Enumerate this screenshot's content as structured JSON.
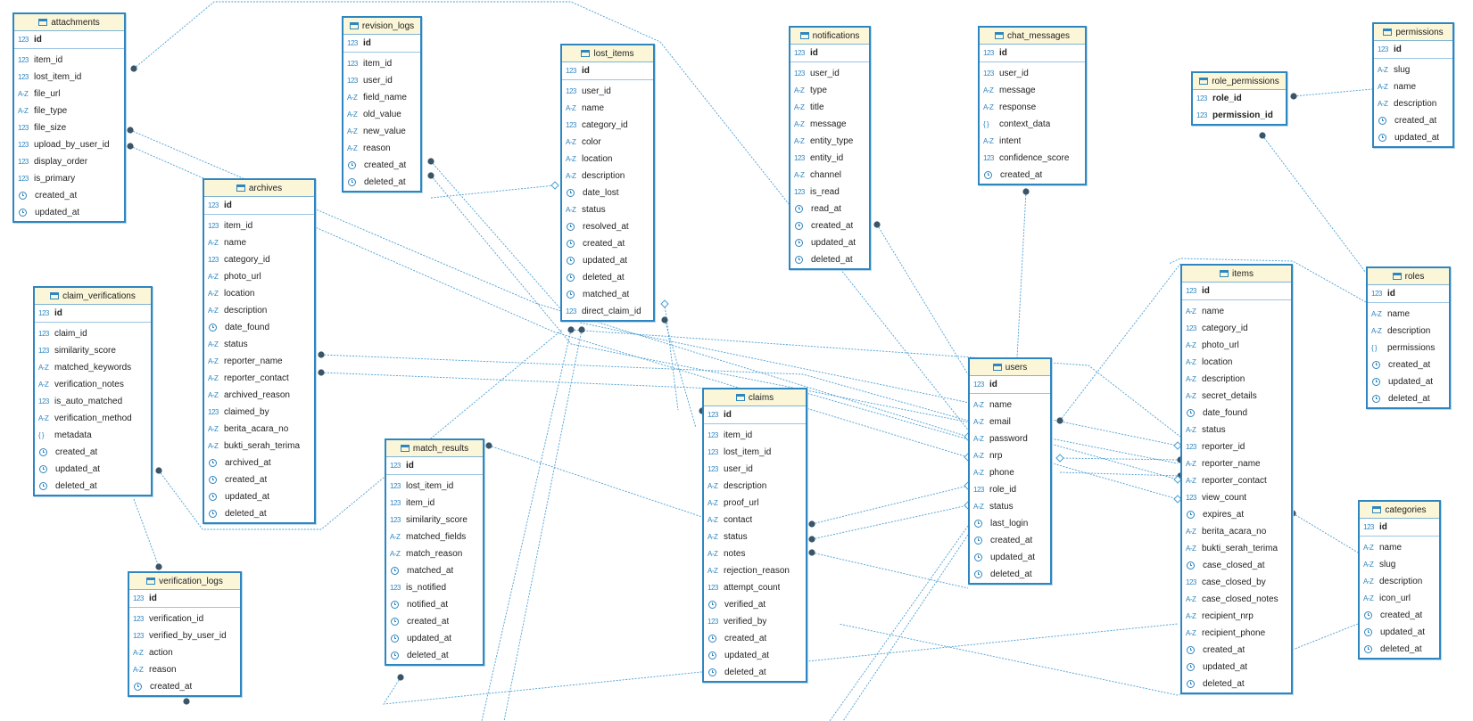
{
  "diagram": {
    "tables": [
      {
        "id": "attachments",
        "name": "attachments",
        "columns": [
          {
            "name": "id",
            "type": "123",
            "pk": true
          },
          {
            "name": "item_id",
            "type": "123"
          },
          {
            "name": "lost_item_id",
            "type": "123"
          },
          {
            "name": "file_url",
            "type": "AZ"
          },
          {
            "name": "file_type",
            "type": "AZ"
          },
          {
            "name": "file_size",
            "type": "123"
          },
          {
            "name": "upload_by_user_id",
            "type": "123"
          },
          {
            "name": "display_order",
            "type": "123"
          },
          {
            "name": "is_primary",
            "type": "123"
          },
          {
            "name": "created_at",
            "type": "clock"
          },
          {
            "name": "updated_at",
            "type": "clock"
          }
        ]
      },
      {
        "id": "revision_logs",
        "name": "revision_logs",
        "columns": [
          {
            "name": "id",
            "type": "123",
            "pk": true
          },
          {
            "name": "item_id",
            "type": "123"
          },
          {
            "name": "user_id",
            "type": "123"
          },
          {
            "name": "field_name",
            "type": "AZ"
          },
          {
            "name": "old_value",
            "type": "AZ"
          },
          {
            "name": "new_value",
            "type": "AZ"
          },
          {
            "name": "reason",
            "type": "AZ"
          },
          {
            "name": "created_at",
            "type": "clock"
          },
          {
            "name": "deleted_at",
            "type": "clock"
          }
        ]
      },
      {
        "id": "lost_items",
        "name": "lost_items",
        "columns": [
          {
            "name": "id",
            "type": "123",
            "pk": true
          },
          {
            "name": "user_id",
            "type": "123"
          },
          {
            "name": "name",
            "type": "AZ"
          },
          {
            "name": "category_id",
            "type": "123"
          },
          {
            "name": "color",
            "type": "AZ"
          },
          {
            "name": "location",
            "type": "AZ"
          },
          {
            "name": "description",
            "type": "AZ"
          },
          {
            "name": "date_lost",
            "type": "clock"
          },
          {
            "name": "status",
            "type": "AZ"
          },
          {
            "name": "resolved_at",
            "type": "clock"
          },
          {
            "name": "created_at",
            "type": "clock"
          },
          {
            "name": "updated_at",
            "type": "clock"
          },
          {
            "name": "deleted_at",
            "type": "clock"
          },
          {
            "name": "matched_at",
            "type": "clock"
          },
          {
            "name": "direct_claim_id",
            "type": "123"
          }
        ]
      },
      {
        "id": "notifications",
        "name": "notifications",
        "columns": [
          {
            "name": "id",
            "type": "123",
            "pk": true
          },
          {
            "name": "user_id",
            "type": "123"
          },
          {
            "name": "type",
            "type": "AZ"
          },
          {
            "name": "title",
            "type": "AZ"
          },
          {
            "name": "message",
            "type": "AZ"
          },
          {
            "name": "entity_type",
            "type": "AZ"
          },
          {
            "name": "entity_id",
            "type": "123"
          },
          {
            "name": "channel",
            "type": "AZ"
          },
          {
            "name": "is_read",
            "type": "123"
          },
          {
            "name": "read_at",
            "type": "clock"
          },
          {
            "name": "created_at",
            "type": "clock"
          },
          {
            "name": "updated_at",
            "type": "clock"
          },
          {
            "name": "deleted_at",
            "type": "clock"
          }
        ]
      },
      {
        "id": "chat_messages",
        "name": "chat_messages",
        "columns": [
          {
            "name": "id",
            "type": "123",
            "pk": true
          },
          {
            "name": "user_id",
            "type": "123"
          },
          {
            "name": "message",
            "type": "AZ"
          },
          {
            "name": "response",
            "type": "AZ"
          },
          {
            "name": "context_data",
            "type": "{ }"
          },
          {
            "name": "intent",
            "type": "AZ"
          },
          {
            "name": "confidence_score",
            "type": "123"
          },
          {
            "name": "created_at",
            "type": "clock"
          }
        ]
      },
      {
        "id": "role_permissions",
        "name": "role_permissions",
        "columns": [
          {
            "name": "role_id",
            "type": "123",
            "bold": true
          },
          {
            "name": "permission_id",
            "type": "123",
            "bold": true
          }
        ]
      },
      {
        "id": "permissions",
        "name": "permissions",
        "columns": [
          {
            "name": "id",
            "type": "123",
            "pk": true
          },
          {
            "name": "slug",
            "type": "AZ"
          },
          {
            "name": "name",
            "type": "AZ"
          },
          {
            "name": "description",
            "type": "AZ"
          },
          {
            "name": "created_at",
            "type": "clock"
          },
          {
            "name": "updated_at",
            "type": "clock"
          }
        ]
      },
      {
        "id": "archives",
        "name": "archives",
        "columns": [
          {
            "name": "id",
            "type": "123",
            "pk": true
          },
          {
            "name": "item_id",
            "type": "123"
          },
          {
            "name": "name",
            "type": "AZ"
          },
          {
            "name": "category_id",
            "type": "123"
          },
          {
            "name": "photo_url",
            "type": "AZ"
          },
          {
            "name": "location",
            "type": "AZ"
          },
          {
            "name": "description",
            "type": "AZ"
          },
          {
            "name": "date_found",
            "type": "clock"
          },
          {
            "name": "status",
            "type": "AZ"
          },
          {
            "name": "reporter_name",
            "type": "AZ"
          },
          {
            "name": "reporter_contact",
            "type": "AZ"
          },
          {
            "name": "archived_reason",
            "type": "AZ"
          },
          {
            "name": "claimed_by",
            "type": "123"
          },
          {
            "name": "berita_acara_no",
            "type": "AZ"
          },
          {
            "name": "bukti_serah_terima",
            "type": "AZ"
          },
          {
            "name": "archived_at",
            "type": "clock"
          },
          {
            "name": "created_at",
            "type": "clock"
          },
          {
            "name": "updated_at",
            "type": "clock"
          },
          {
            "name": "deleted_at",
            "type": "clock"
          }
        ]
      },
      {
        "id": "claim_verifications",
        "name": "claim_verifications",
        "columns": [
          {
            "name": "id",
            "type": "123",
            "pk": true
          },
          {
            "name": "claim_id",
            "type": "123"
          },
          {
            "name": "similarity_score",
            "type": "123"
          },
          {
            "name": "matched_keywords",
            "type": "AZ"
          },
          {
            "name": "verification_notes",
            "type": "AZ"
          },
          {
            "name": "is_auto_matched",
            "type": "123"
          },
          {
            "name": "verification_method",
            "type": "AZ"
          },
          {
            "name": "metadata",
            "type": "{ }"
          },
          {
            "name": "created_at",
            "type": "clock"
          },
          {
            "name": "updated_at",
            "type": "clock"
          },
          {
            "name": "deleted_at",
            "type": "clock"
          }
        ]
      },
      {
        "id": "verification_logs",
        "name": "verification_logs",
        "columns": [
          {
            "name": "id",
            "type": "123",
            "pk": true
          },
          {
            "name": "verification_id",
            "type": "123"
          },
          {
            "name": "verified_by_user_id",
            "type": "123"
          },
          {
            "name": "action",
            "type": "AZ"
          },
          {
            "name": "reason",
            "type": "AZ"
          },
          {
            "name": "created_at",
            "type": "clock"
          }
        ]
      },
      {
        "id": "match_results",
        "name": "match_results",
        "columns": [
          {
            "name": "id",
            "type": "123",
            "pk": true
          },
          {
            "name": "lost_item_id",
            "type": "123"
          },
          {
            "name": "item_id",
            "type": "123"
          },
          {
            "name": "similarity_score",
            "type": "123"
          },
          {
            "name": "matched_fields",
            "type": "AZ"
          },
          {
            "name": "match_reason",
            "type": "AZ"
          },
          {
            "name": "matched_at",
            "type": "clock"
          },
          {
            "name": "is_notified",
            "type": "123"
          },
          {
            "name": "notified_at",
            "type": "clock"
          },
          {
            "name": "created_at",
            "type": "clock"
          },
          {
            "name": "updated_at",
            "type": "clock"
          },
          {
            "name": "deleted_at",
            "type": "clock"
          }
        ]
      },
      {
        "id": "claims",
        "name": "claims",
        "columns": [
          {
            "name": "id",
            "type": "123",
            "pk": true
          },
          {
            "name": "item_id",
            "type": "123"
          },
          {
            "name": "lost_item_id",
            "type": "123"
          },
          {
            "name": "user_id",
            "type": "123"
          },
          {
            "name": "description",
            "type": "AZ"
          },
          {
            "name": "proof_url",
            "type": "AZ"
          },
          {
            "name": "contact",
            "type": "AZ"
          },
          {
            "name": "status",
            "type": "AZ"
          },
          {
            "name": "notes",
            "type": "AZ"
          },
          {
            "name": "rejection_reason",
            "type": "AZ"
          },
          {
            "name": "attempt_count",
            "type": "123"
          },
          {
            "name": "verified_at",
            "type": "clock"
          },
          {
            "name": "verified_by",
            "type": "123"
          },
          {
            "name": "created_at",
            "type": "clock"
          },
          {
            "name": "updated_at",
            "type": "clock"
          },
          {
            "name": "deleted_at",
            "type": "clock"
          }
        ]
      },
      {
        "id": "users",
        "name": "users",
        "columns": [
          {
            "name": "id",
            "type": "123",
            "pk": true
          },
          {
            "name": "name",
            "type": "AZ"
          },
          {
            "name": "email",
            "type": "AZ"
          },
          {
            "name": "password",
            "type": "AZ"
          },
          {
            "name": "nrp",
            "type": "AZ"
          },
          {
            "name": "phone",
            "type": "AZ"
          },
          {
            "name": "role_id",
            "type": "123"
          },
          {
            "name": "status",
            "type": "AZ"
          },
          {
            "name": "last_login",
            "type": "clock"
          },
          {
            "name": "created_at",
            "type": "clock"
          },
          {
            "name": "updated_at",
            "type": "clock"
          },
          {
            "name": "deleted_at",
            "type": "clock"
          }
        ]
      },
      {
        "id": "items",
        "name": "items",
        "columns": [
          {
            "name": "id",
            "type": "123",
            "pk": true
          },
          {
            "name": "name",
            "type": "AZ"
          },
          {
            "name": "category_id",
            "type": "123"
          },
          {
            "name": "photo_url",
            "type": "AZ"
          },
          {
            "name": "location",
            "type": "AZ"
          },
          {
            "name": "description",
            "type": "AZ"
          },
          {
            "name": "secret_details",
            "type": "AZ"
          },
          {
            "name": "date_found",
            "type": "clock"
          },
          {
            "name": "status",
            "type": "AZ"
          },
          {
            "name": "reporter_id",
            "type": "123"
          },
          {
            "name": "reporter_name",
            "type": "AZ"
          },
          {
            "name": "reporter_contact",
            "type": "AZ"
          },
          {
            "name": "view_count",
            "type": "123"
          },
          {
            "name": "expires_at",
            "type": "clock"
          },
          {
            "name": "berita_acara_no",
            "type": "AZ"
          },
          {
            "name": "bukti_serah_terima",
            "type": "AZ"
          },
          {
            "name": "case_closed_at",
            "type": "clock"
          },
          {
            "name": "case_closed_by",
            "type": "123"
          },
          {
            "name": "case_closed_notes",
            "type": "AZ"
          },
          {
            "name": "recipient_nrp",
            "type": "AZ"
          },
          {
            "name": "recipient_phone",
            "type": "AZ"
          },
          {
            "name": "created_at",
            "type": "clock"
          },
          {
            "name": "updated_at",
            "type": "clock"
          },
          {
            "name": "deleted_at",
            "type": "clock"
          }
        ]
      },
      {
        "id": "roles",
        "name": "roles",
        "columns": [
          {
            "name": "id",
            "type": "123",
            "pk": true
          },
          {
            "name": "name",
            "type": "AZ"
          },
          {
            "name": "description",
            "type": "AZ"
          },
          {
            "name": "permissions",
            "type": "{ }"
          },
          {
            "name": "created_at",
            "type": "clock"
          },
          {
            "name": "updated_at",
            "type": "clock"
          },
          {
            "name": "deleted_at",
            "type": "clock"
          }
        ]
      },
      {
        "id": "categories",
        "name": "categories",
        "columns": [
          {
            "name": "id",
            "type": "123",
            "pk": true
          },
          {
            "name": "name",
            "type": "AZ"
          },
          {
            "name": "slug",
            "type": "AZ"
          },
          {
            "name": "description",
            "type": "AZ"
          },
          {
            "name": "icon_url",
            "type": "AZ"
          },
          {
            "name": "created_at",
            "type": "clock"
          },
          {
            "name": "updated_at",
            "type": "clock"
          },
          {
            "name": "deleted_at",
            "type": "clock"
          }
        ]
      }
    ],
    "colors": {
      "border": "#2e86c1",
      "header": "#fbf6d8",
      "edge": "#4a9fd4",
      "dot": "#3b5568"
    }
  }
}
